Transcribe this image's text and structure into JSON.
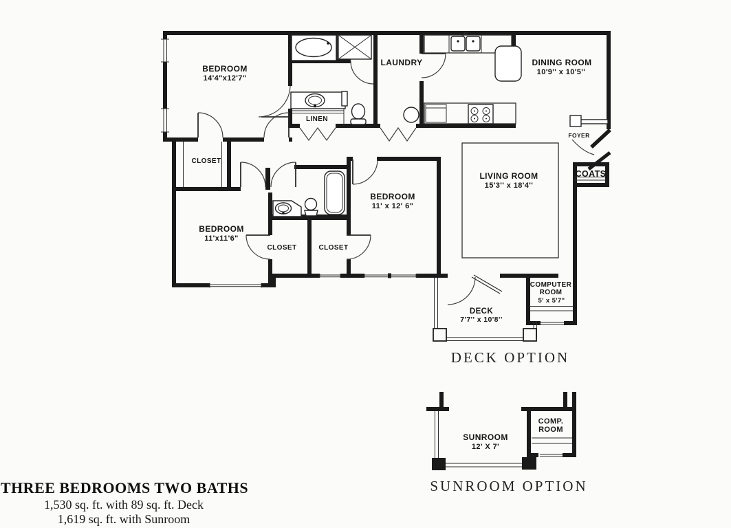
{
  "plan": {
    "rooms": {
      "bedroom1": {
        "label": "BEDROOM",
        "dims": "14'4\"x12'7\""
      },
      "bedroom2": {
        "label": "BEDROOM",
        "dims": "11'x11'6\""
      },
      "bedroom3": {
        "label": "BEDROOM",
        "dims": "11' x 12' 6\""
      },
      "living_room": {
        "label": "LIVING ROOM",
        "dims": "15'3'' x 18'4''"
      },
      "dining_room": {
        "label": "DINING ROOM",
        "dims": "10'9'' x 10'5''"
      },
      "laundry": {
        "label": "LAUNDRY"
      },
      "foyer": {
        "label": "FOYER"
      },
      "coats": {
        "label": "COATS"
      },
      "linen": {
        "label": "LINEN"
      },
      "closet_master": {
        "label": "CLOSET"
      },
      "closet_left": {
        "label": "CLOSET"
      },
      "closet_right": {
        "label": "CLOSET"
      },
      "deck": {
        "label": "DECK",
        "dims": "7'7'' x 10'8''"
      },
      "computer_room": {
        "label_line1": "COMPUTER",
        "label_line2": "ROOM",
        "dims": "5' x 5'7\""
      },
      "sunroom": {
        "label": "SUNROOM",
        "dims": "12' X 7'"
      },
      "comp_room": {
        "label_line1": "COMP.",
        "label_line2": "ROOM"
      }
    },
    "captions": {
      "deck_option": "DECK OPTION",
      "sunroom_option": "SUNROOM OPTION"
    }
  },
  "title_block": {
    "line1": "THREE BEDROOMS TWO BATHS",
    "line2": "1,530 sq. ft. with 89 sq. ft. Deck",
    "line3": "1,619 sq. ft. with Sunroom"
  },
  "colors": {
    "ink": "#1a1a1a",
    "paper": "#fbfbf9"
  }
}
